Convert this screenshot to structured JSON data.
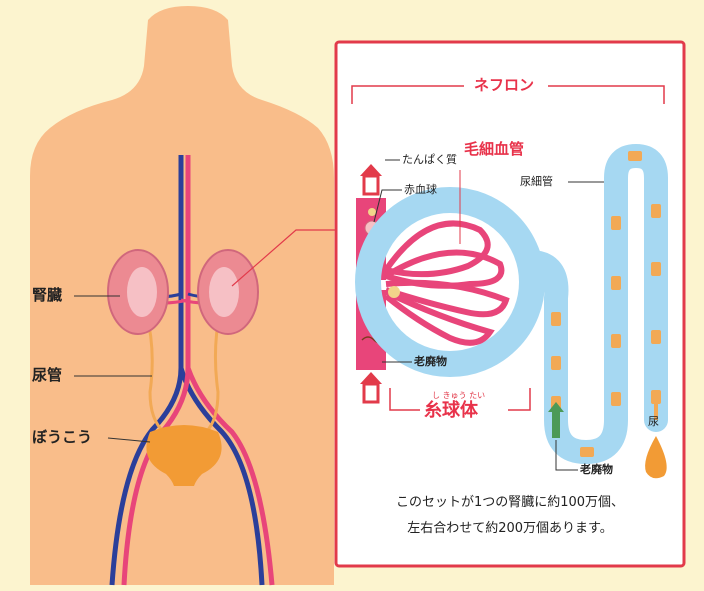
{
  "colors": {
    "background": "#fcf4cf",
    "body": "#f9bd8a",
    "artery": "#e8457a",
    "vein": "#2b3f9a",
    "tubule": "#a6d8f2",
    "frame": "#e23a4a",
    "bladder": "#f29b35",
    "kidney": "#ec8a92"
  },
  "labels": {
    "kidney": "腎臓",
    "ureter": "尿管",
    "bladder": "ぼうこう",
    "nephron": "ネフロン",
    "capillary": "毛細血管",
    "protein": "たんぱく質",
    "red_blood_cell": "赤血球",
    "tubule": "尿細管",
    "waste_left": "老廃物",
    "waste_right": "老廃物",
    "glomerulus": "糸球体",
    "glomerulus_ruby": "し きゅう たい",
    "urine": "尿"
  },
  "caption": {
    "line1": "このセットが1つの腎臓に約100万個、",
    "line2": "左右合わせて約200万個あります。"
  }
}
